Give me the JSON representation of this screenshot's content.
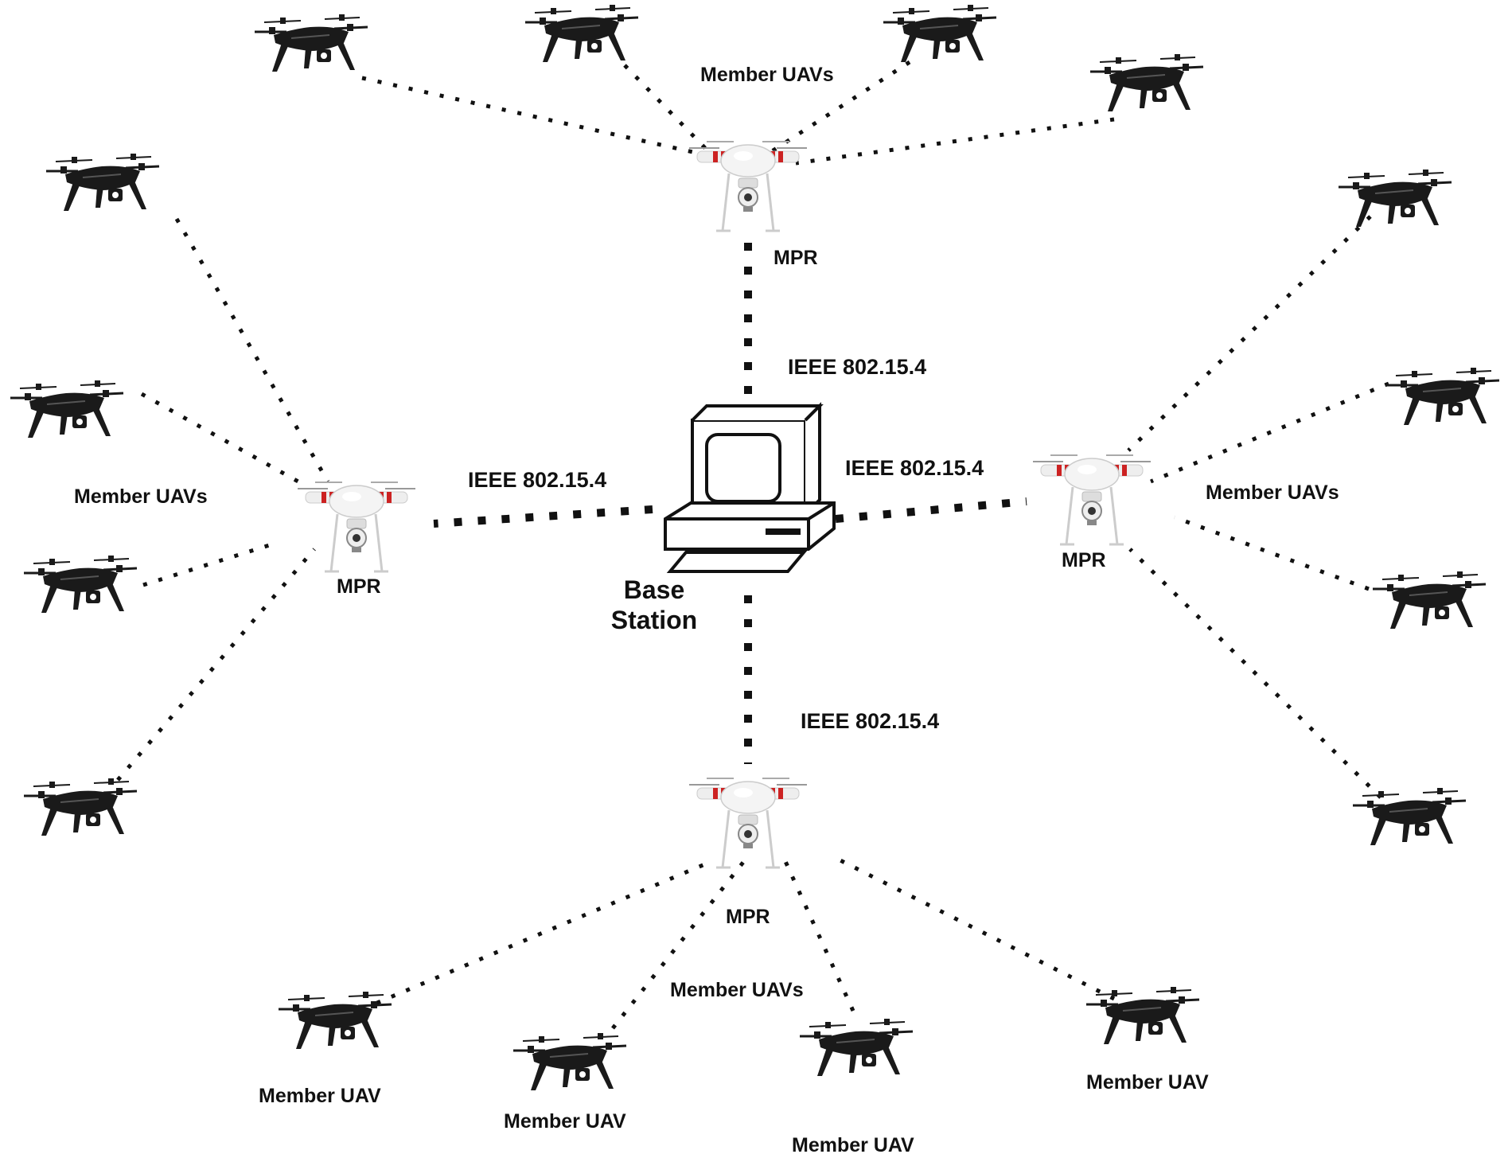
{
  "base_station": {
    "label_line1": "Base",
    "label_line2": "Station"
  },
  "protocol_labels": [
    "IEEE 802.15.4",
    "IEEE 802.15.4",
    "IEEE 802.15.4",
    "IEEE 802.15.4"
  ],
  "mpr_label": "MPR",
  "member_group_label": "Member UAVs",
  "member_single_label": "Member UAV",
  "colors": {
    "line": "#111111",
    "member_drone": "#1a1a1a",
    "mpr_drone": "#f2f2f2",
    "mpr_accent": "#cc2222",
    "background": "#ffffff"
  },
  "icons": {
    "base_station": "computer-icon",
    "mpr": "white-quadcopter-icon",
    "member": "black-quadcopter-icon"
  }
}
